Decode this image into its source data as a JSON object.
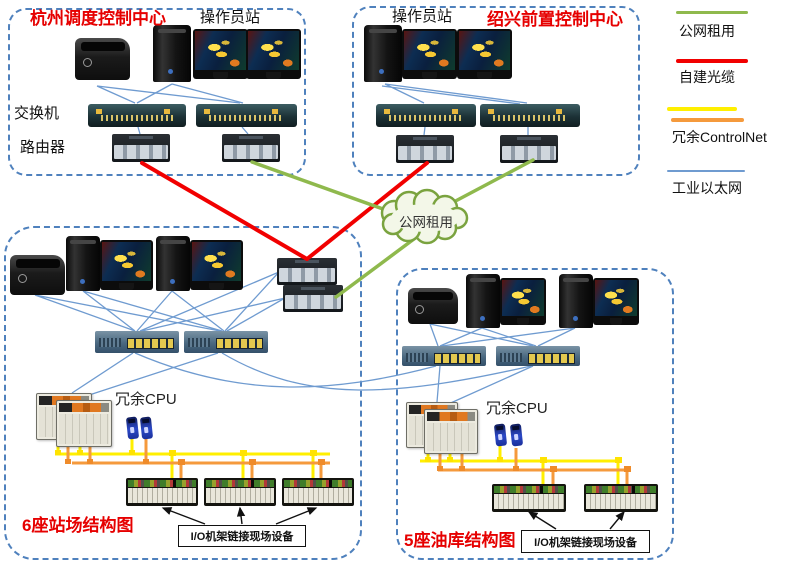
{
  "hangzhou": {
    "title": "杭州调度控制中心",
    "operator_station": "操作员站",
    "switch_label": "交换机",
    "router_label": "路由器"
  },
  "shaoxing": {
    "title": "绍兴前置控制中心",
    "operator_station": "操作员站"
  },
  "cloud": {
    "label": "公网租用"
  },
  "stations": {
    "caption": "6座站场结构图",
    "redundant_cpu": "冗余CPU",
    "io_note": "I/O机架链接现场设备"
  },
  "depots": {
    "caption": "5座油库结构图",
    "redundant_cpu": "冗余CPU",
    "io_note": "I/O机架链接现场设备"
  },
  "legend": {
    "public_network": "公网租用",
    "fiber": "自建光缆",
    "controlnet": "冗余ControlNet",
    "ethernet": "工业以太网"
  },
  "colors": {
    "public_network_green": "#8fb94d",
    "fiber_red": "#f10000",
    "controlnet_yellow": "#ffef00",
    "controlnet_orange": "#f59a3c",
    "ethernet_blue": "#6f9bd0",
    "title_red": "#e60000",
    "border_blue": "#4f81bd"
  }
}
